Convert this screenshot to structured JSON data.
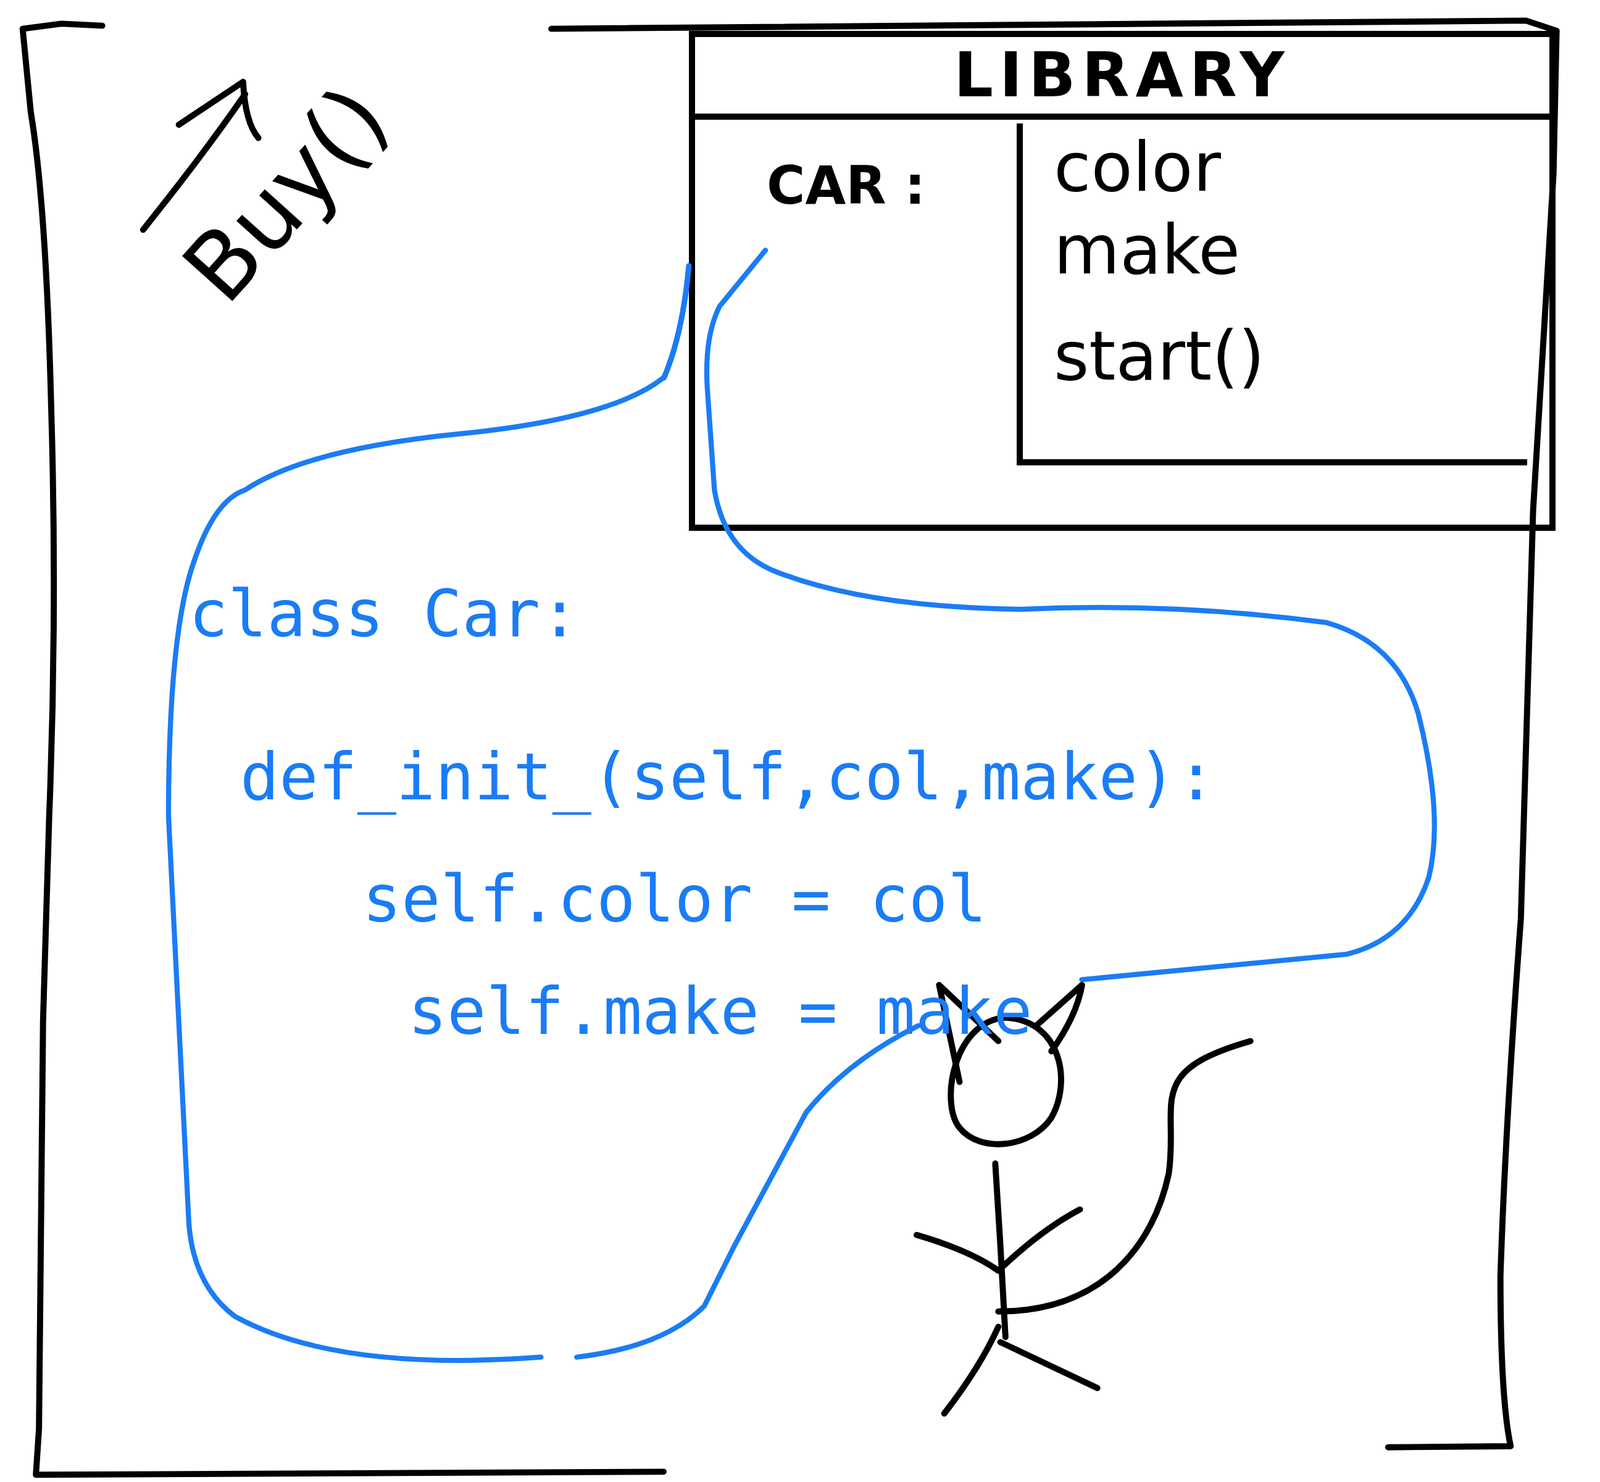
{
  "diagram": {
    "nodes": [
      {
        "text": [
          "Buy()"
        ]
      },
      {
        "text": [
          "LIBRARY",
          "CAR :"
        ],
        "in": 0
      },
      {
        "text": [
          "color",
          "make",
          "start()"
        ],
        "in": 1
      },
      {
        "text": [
          "class Car:",
          "def_init_(self,col,make):",
          "self.color = col",
          "self.make = make"
        ],
        "in": 0
      }
    ],
    "edges": [
      {
        "from": 3,
        "to": 1,
        "arrow": "none"
      }
    ]
  }
}
